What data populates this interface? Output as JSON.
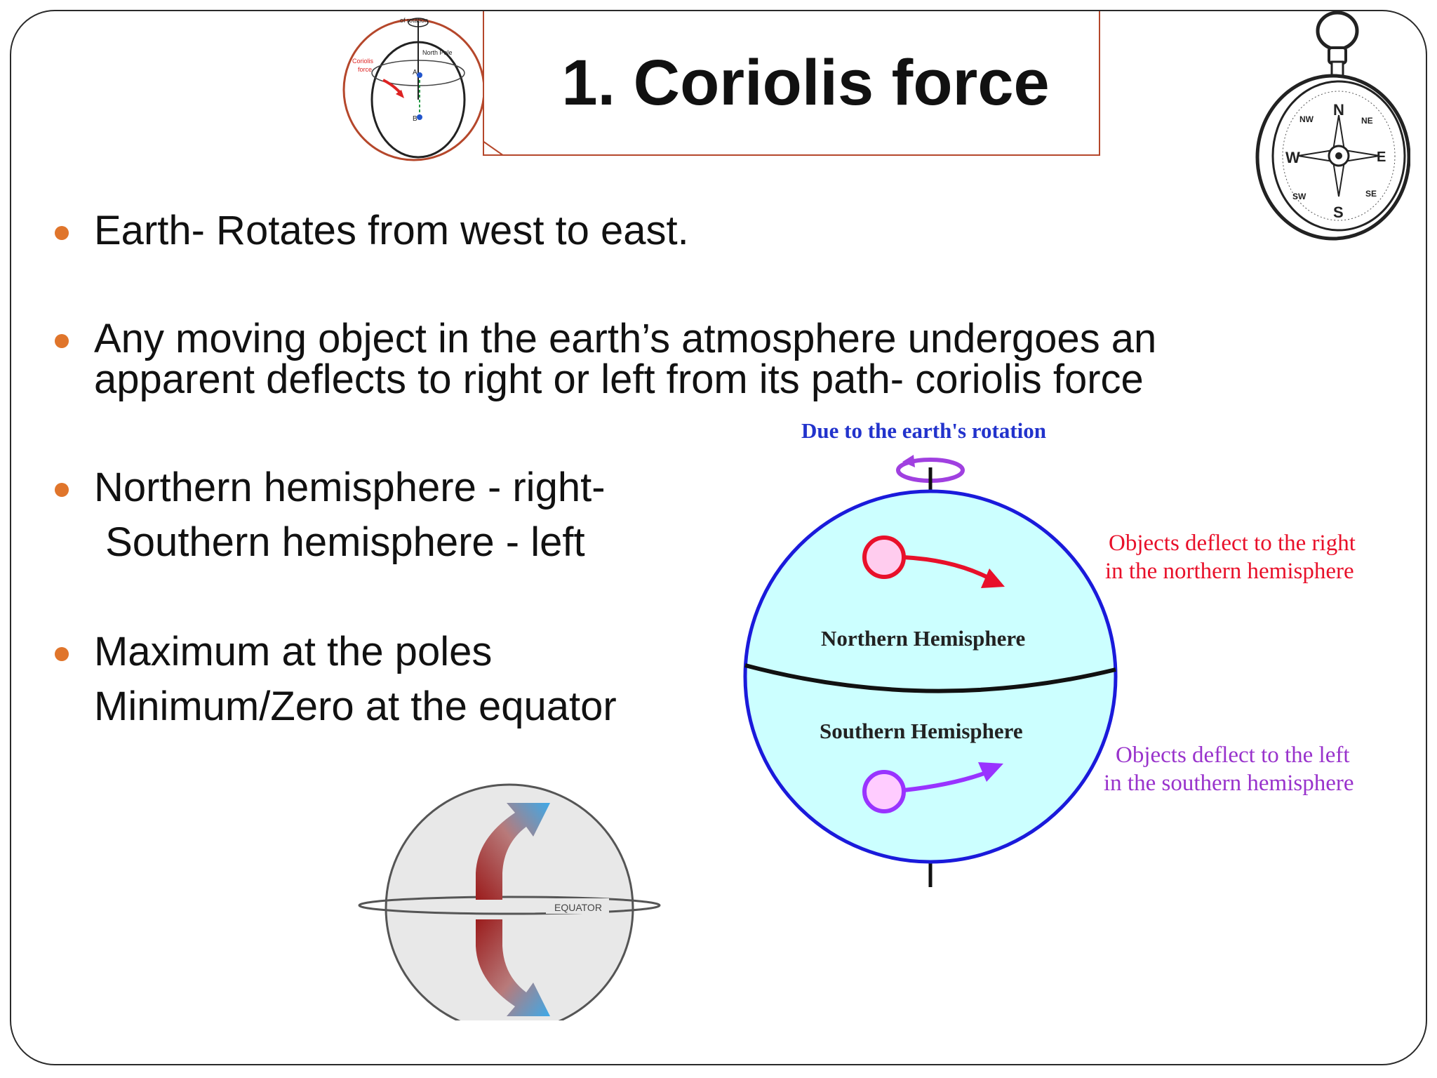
{
  "title": "1. Coriolis force",
  "bullets": [
    {
      "lines": [
        "Earth- Rotates from west to east."
      ]
    },
    {
      "lines": [
        "Any moving object in the earth’s atmosphere undergoes an",
        "apparent deflects to right or left from its path- coriolis force"
      ]
    },
    {
      "lines": [
        "Northern hemisphere - right-",
        " Southern hemisphere - left"
      ]
    },
    {
      "lines": [
        "Maximum at the poles",
        "Minimum/Zero at the equator"
      ]
    }
  ],
  "hemisphere_diagram": {
    "top_label": "Due to the earth's rotation",
    "northern_label": "Northern Hemisphere",
    "southern_label": "Southern Hemisphere",
    "right_note_1": "Objects deflect to the right",
    "right_note_2": "in the northern hemisphere",
    "left_note_1": "Objects deflect to the left",
    "left_note_2": "in the southern hemisphere"
  },
  "small_globe": {
    "rotation_label": "of rotation",
    "north_pole_label": "North Pole",
    "force_label_1": "Coriolis",
    "force_label_2": "force",
    "point_a": "A",
    "point_b": "B"
  },
  "compass": {
    "n": "N",
    "s": "S",
    "e": "E",
    "w": "W",
    "ne": "NE",
    "nw": "NW",
    "se": "SE",
    "sw": "SW"
  },
  "equator_globe": {
    "equator_label": "EQUATOR"
  },
  "colors": {
    "bullet": "#e0752b",
    "title_border": "#b5472b",
    "globe_fill": "#ccffff",
    "globe_border": "#1a1adb",
    "north_arrow": "#e8102a",
    "south_arrow": "#9933ff",
    "rotation_text": "#2233cc"
  }
}
